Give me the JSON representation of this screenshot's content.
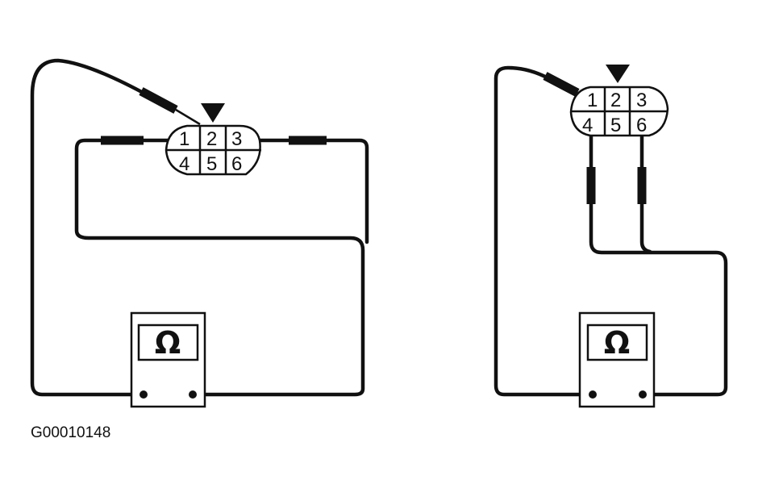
{
  "figure_id": "G00010148",
  "left_test": {
    "connector_pins": [
      "1",
      "2",
      "3",
      "4",
      "5",
      "6"
    ],
    "meter_symbol": "Ω"
  },
  "right_test": {
    "connector_pins": [
      "1",
      "2",
      "3",
      "4",
      "5",
      "6"
    ],
    "meter_symbol": "Ω"
  }
}
